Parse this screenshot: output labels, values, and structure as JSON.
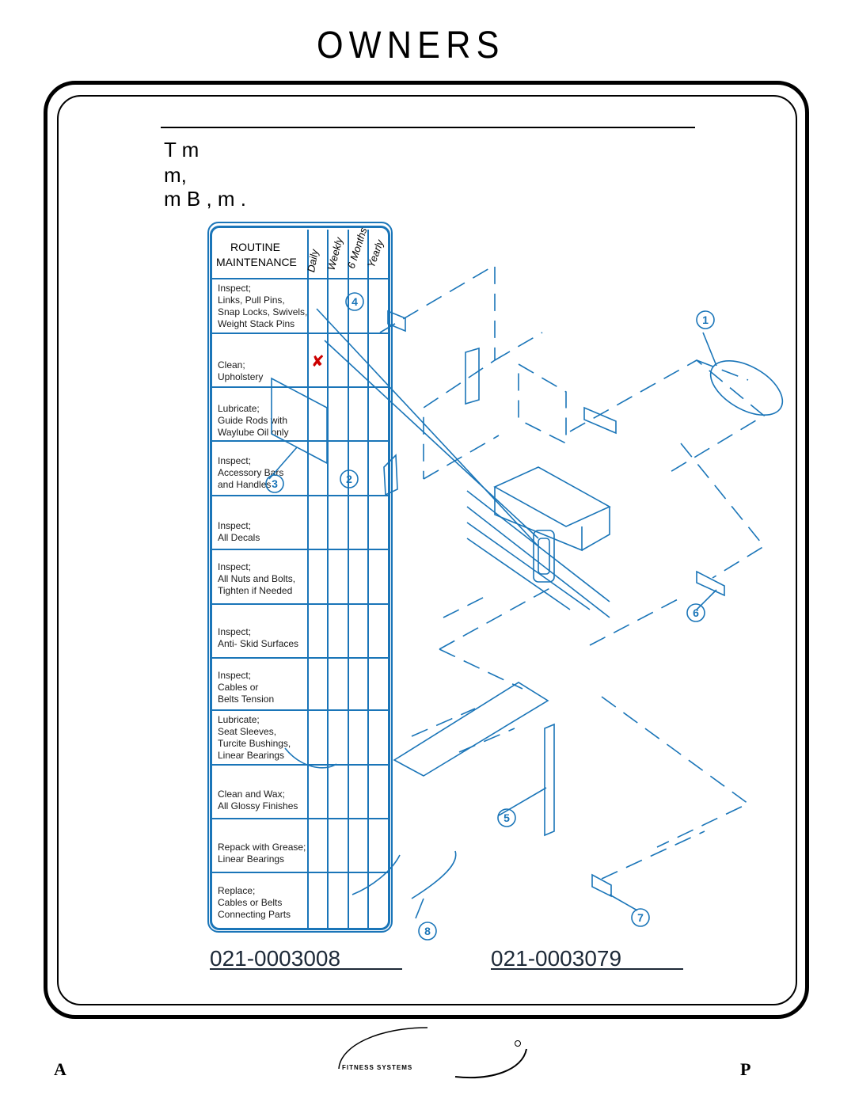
{
  "header": {
    "title": "OWNERS"
  },
  "intro": {
    "line1": "T          m",
    "line2": "m,",
    "line3": "m  B  ,  m  ."
  },
  "table": {
    "title_line1": "ROUTINE",
    "title_line2": "MAINTENANCE",
    "columns": [
      "Daily",
      "Weekly",
      "6 Months",
      "Yearly"
    ],
    "rows": [
      "Inspect;\nLinks, Pull Pins,\nSnap Locks, Swivels,\nWeight Stack Pins",
      "Clean;\nUpholstery",
      "Lubricate;\nGuide Rods with\nWaylube Oil only",
      "Inspect;\nAccessory Bars\nand Handles",
      "Inspect;\nAll Decals",
      "Inspect;\nAll Nuts and Bolts,\nTighten if Needed",
      "Inspect;\nAnti- Skid Surfaces",
      "Inspect;\nCables or\nBelts Tension",
      "Lubricate;\nSeat Sleeves,\nTurcite Bushings,\nLinear Bearings",
      "Clean and Wax;\nAll Glossy Finishes",
      "Repack with Grease;\nLinear Bearings",
      "Replace;\nCables or Belts\nConnecting Parts"
    ],
    "mark": "✘"
  },
  "callouts": [
    "1",
    "2",
    "3",
    "4",
    "5",
    "6",
    "7",
    "8"
  ],
  "part_numbers": {
    "left": "021-0003008",
    "right": "021-0003079"
  },
  "footer": {
    "left": "A",
    "right": "P",
    "logo_text": "FITNESS SYSTEMS"
  },
  "colors": {
    "accent": "#1a75b8",
    "ink": "#000000"
  }
}
